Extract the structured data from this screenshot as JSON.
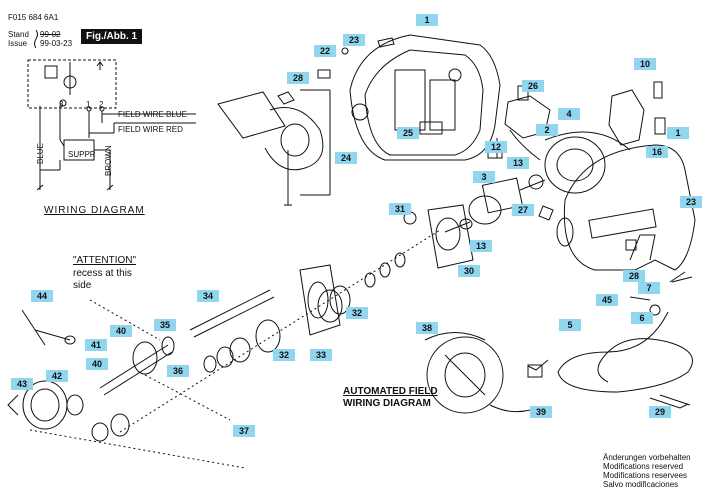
{
  "header": {
    "code": "F015 684 6A1",
    "stand_label": "Stand",
    "issue_label": "Issue",
    "old_date": "99-02",
    "issue_date": "99-03-23",
    "fig_label": "Fig./Abb. 1"
  },
  "wiring": {
    "field_wire_blue": "FIELD WIRE BLUE",
    "field_wire_red": "FIELD WIRE RED",
    "suppr": "SUPPR",
    "blue": "BLUE",
    "brown": "BROWN",
    "title": "WIRING DIAGRAM",
    "terminals": [
      "3",
      "1",
      "2"
    ]
  },
  "attention": {
    "title": "\"ATTENTION\"",
    "line2": "recess at this",
    "line3": "side"
  },
  "automated": {
    "line1": "AUTOMATED FIELD",
    "line2": "WIRING DIAGRAM"
  },
  "modifications": [
    "Änderungen vorbehalten",
    "Modifications reserved",
    "Modifications reservees",
    "Salvo modificaciones"
  ],
  "callouts": [
    {
      "n": "1"
    },
    {
      "n": "23"
    },
    {
      "n": "22"
    },
    {
      "n": "28"
    },
    {
      "n": "25"
    },
    {
      "n": "26"
    },
    {
      "n": "4"
    },
    {
      "n": "2"
    },
    {
      "n": "12"
    },
    {
      "n": "13"
    },
    {
      "n": "3"
    },
    {
      "n": "27"
    },
    {
      "n": "10"
    },
    {
      "n": "1"
    },
    {
      "n": "16"
    },
    {
      "n": "23"
    },
    {
      "n": "24"
    },
    {
      "n": "31"
    },
    {
      "n": "13"
    },
    {
      "n": "30"
    },
    {
      "n": "28"
    },
    {
      "n": "7"
    },
    {
      "n": "45"
    },
    {
      "n": "6"
    },
    {
      "n": "5"
    },
    {
      "n": "44"
    },
    {
      "n": "34"
    },
    {
      "n": "35"
    },
    {
      "n": "40"
    },
    {
      "n": "41"
    },
    {
      "n": "36"
    },
    {
      "n": "40"
    },
    {
      "n": "32"
    },
    {
      "n": "33"
    },
    {
      "n": "32"
    },
    {
      "n": "38"
    },
    {
      "n": "43"
    },
    {
      "n": "42"
    },
    {
      "n": "37"
    },
    {
      "n": "39"
    },
    {
      "n": "29"
    }
  ],
  "colors": {
    "callout": "#8fd6ee",
    "line": "#111111"
  }
}
